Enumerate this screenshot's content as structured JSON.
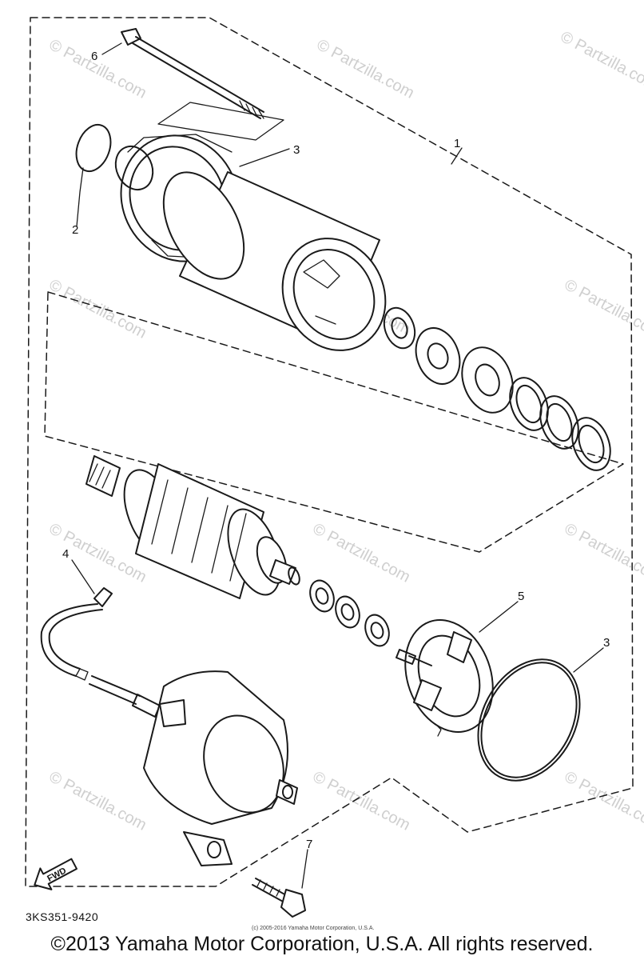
{
  "callouts": {
    "c1": "1",
    "c2": "2",
    "c3a": "3",
    "c3b": "3",
    "c4": "4",
    "c5": "5",
    "c6": "6",
    "c7": "7"
  },
  "fwd_label": "FWD",
  "part_code": "3KS351-9420",
  "small_copyright": "(c) 2005-2016 Yamaha Motor Corporation, U.S.A.",
  "copyright": "©2013 Yamaha Motor Corporation, U.S.A. All rights reserved.",
  "watermark": "© Partzilla.com"
}
